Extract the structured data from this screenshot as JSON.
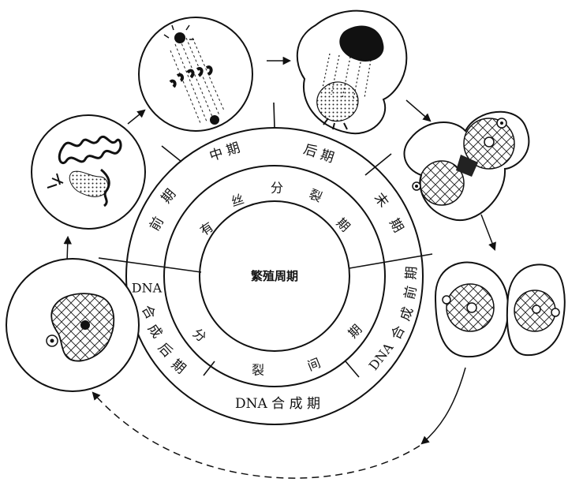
{
  "center": {
    "label": "繁殖周期"
  },
  "mitosis": {
    "label": "有 丝 分 裂 期",
    "chars": [
      "有",
      "丝",
      "分",
      "裂",
      "期"
    ]
  },
  "interphase": {
    "label": "分 裂 间 期",
    "chars": [
      "分",
      "裂",
      "间",
      "期"
    ]
  },
  "phases": {
    "prophase": {
      "label": "前期",
      "chars": [
        "前",
        "期"
      ]
    },
    "metaphase": {
      "label": "中 期"
    },
    "anaphase": {
      "label": "后 期"
    },
    "telophase": {
      "label": "末期",
      "chars": [
        "末",
        "期"
      ]
    },
    "g1": {
      "label": "DNA合成前期",
      "chars": [
        "DNA",
        "合",
        "成",
        "前",
        "期"
      ]
    },
    "s": {
      "label": "DNA 合 成 期"
    },
    "g2": {
      "label": "DNA合成后期",
      "chars": [
        "DNA",
        "合",
        "成",
        "后",
        "期"
      ]
    }
  },
  "cells": [
    {
      "name": "prophase-cell",
      "depicts": "prophase"
    },
    {
      "name": "metaphase-cell",
      "depicts": "metaphase"
    },
    {
      "name": "anaphase-cell",
      "depicts": "anaphase"
    },
    {
      "name": "telophase-cell",
      "depicts": "telophase"
    },
    {
      "name": "daughter-cells",
      "depicts": "daughter cells"
    },
    {
      "name": "interphase-cell",
      "depicts": "interphase"
    }
  ]
}
